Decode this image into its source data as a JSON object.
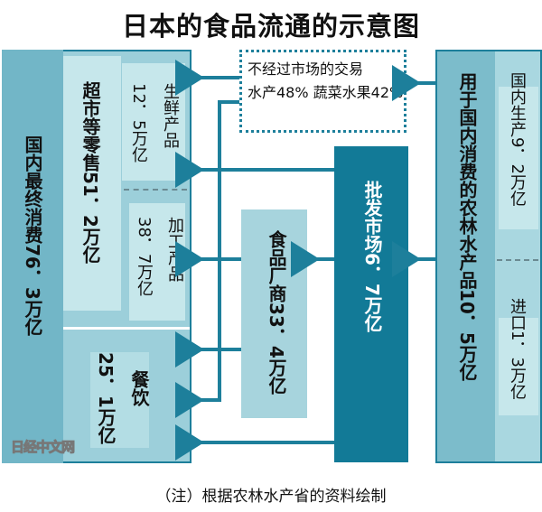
{
  "title": "日本的食品流通的示意图",
  "consumption": {
    "total": "国内最终消费76．3万亿",
    "retail": "超市等零售51．2万亿",
    "fresh_label": "生鲜产品",
    "fresh_value": "12．5万亿",
    "processed_label": "加工产品",
    "processed_value": "38．7万亿",
    "dining_label": "餐饮",
    "dining_value": "25．1万亿"
  },
  "direct": {
    "line1": "不经过市场的交易",
    "line2": "水产48%  蔬菜水果42%"
  },
  "wholesale": "批发市场6．7万亿",
  "maker": "食品厂商33．4万亿",
  "supply": {
    "total": "用于国内消费的农林水产品10．5万亿",
    "domestic": "国内生产9．2万亿",
    "import": "进口1．3万亿"
  },
  "watermark": "日经中文网",
  "note": "（注）根据农林水产省的资料绘制",
  "colors": {
    "border": "#1d7f9b",
    "dark": "#127a97"
  }
}
